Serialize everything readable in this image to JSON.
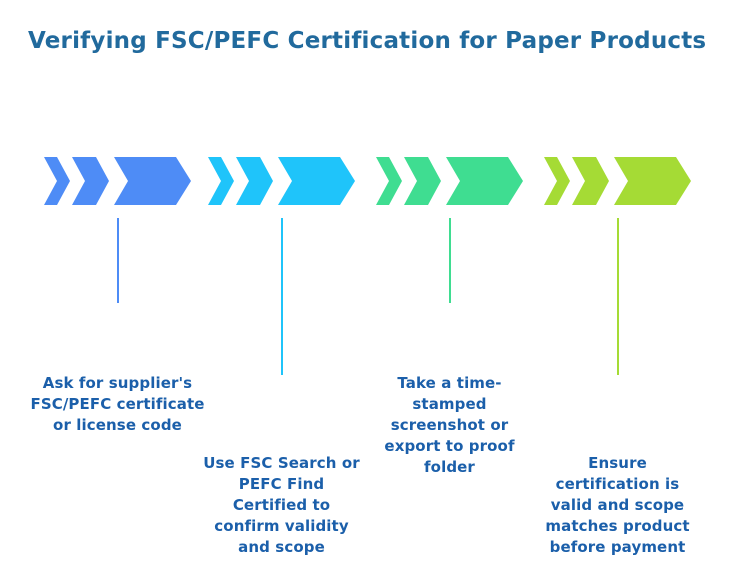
{
  "title": {
    "text": "Verifying FSC/PEFC Certification for Paper Products",
    "color": "#216A9D"
  },
  "caption_text_color": "#1B5FAA",
  "background_color": "#FFFFFF",
  "steps": [
    {
      "id": 1,
      "color": "#4E8CF6",
      "connector_length": "short",
      "label": "Ask for supplier's FSC/PEFC certificate or license code",
      "lines": [
        "Ask for supplier's",
        "FSC/PEFC certificate",
        "or license code"
      ]
    },
    {
      "id": 2,
      "color": "#1FC4FA",
      "connector_length": "long",
      "label": "Use FSC Search or PEFC Find Certified to confirm validity and scope",
      "lines": [
        "Use FSC Search or",
        "PEFC Find",
        "Certified to",
        "confirm validity",
        "and scope"
      ]
    },
    {
      "id": 3,
      "color": "#3FDD91",
      "connector_length": "short",
      "label": "Take a time-stamped screenshot or export to proof folder",
      "lines": [
        "Take a time-",
        "stamped",
        "screenshot or",
        "export to proof",
        "folder"
      ]
    },
    {
      "id": 4,
      "color": "#A5DB35",
      "connector_length": "long",
      "label": "Ensure certification is valid and scope matches product before payment",
      "lines": [
        "Ensure",
        "certification is",
        "valid and scope",
        "matches product",
        "before payment"
      ]
    }
  ]
}
